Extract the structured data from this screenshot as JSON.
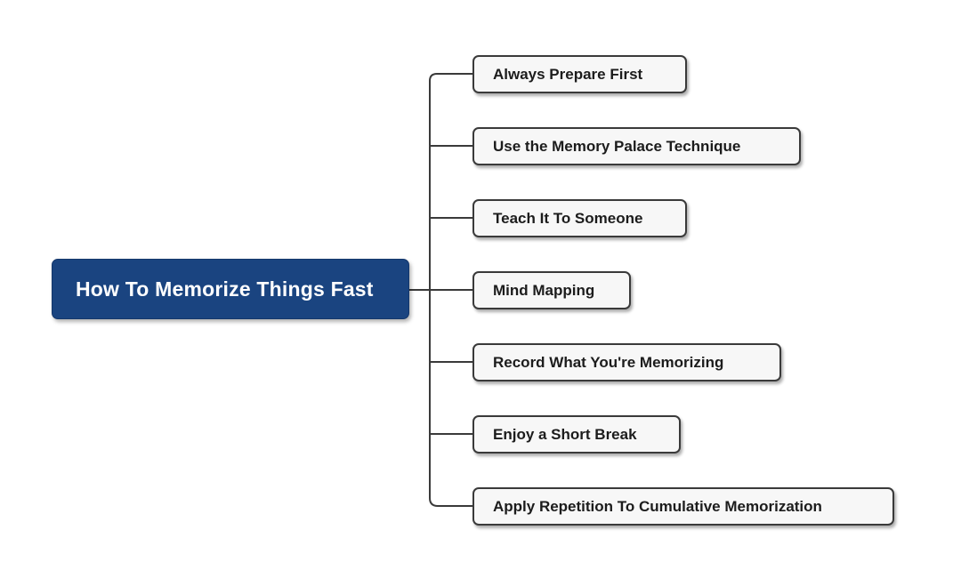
{
  "diagram": {
    "type": "mind-map",
    "title": "How To Memorize Things Fast",
    "background_color": "#ffffff",
    "root": {
      "label": "How To Memorize Things Fast",
      "fill_color": "#1a4480",
      "text_color": "#ffffff"
    },
    "branch_style": {
      "line_color": "#3a3a3a",
      "node_fill": "#f7f7f7",
      "node_border": "#3a3a3a",
      "node_text": "#1c1c1c"
    },
    "children": [
      {
        "label": "Always Prepare First"
      },
      {
        "label": "Use the Memory Palace Technique"
      },
      {
        "label": "Teach It To Someone"
      },
      {
        "label": "Mind Mapping"
      },
      {
        "label": "Record What You're Memorizing"
      },
      {
        "label": "Enjoy a Short Break"
      },
      {
        "label": "Apply Repetition To Cumulative Memorization"
      }
    ]
  }
}
